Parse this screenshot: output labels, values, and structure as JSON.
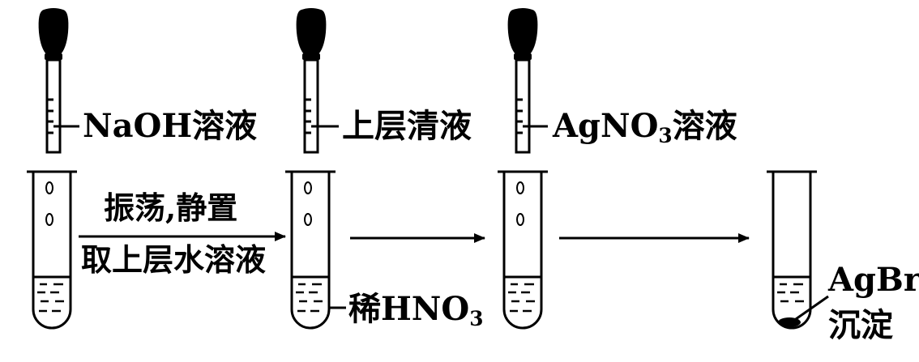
{
  "labels": {
    "naoh_solution": "NaOH溶液",
    "upper_clear_liquid": "上层清液",
    "agno3_base": "AgNO",
    "agno3_sub": "3",
    "agno3_tail": "溶液",
    "arrow1_top": "振荡,静置",
    "arrow1_bottom": "取上层水溶液",
    "dilute_hno3_prefix": "稀HNO",
    "dilute_hno3_sub": "3",
    "precipitate_line1": "AgBr",
    "precipitate_line2": "沉淀"
  },
  "colors": {
    "ink": "#000000",
    "background": "#ffffff"
  }
}
